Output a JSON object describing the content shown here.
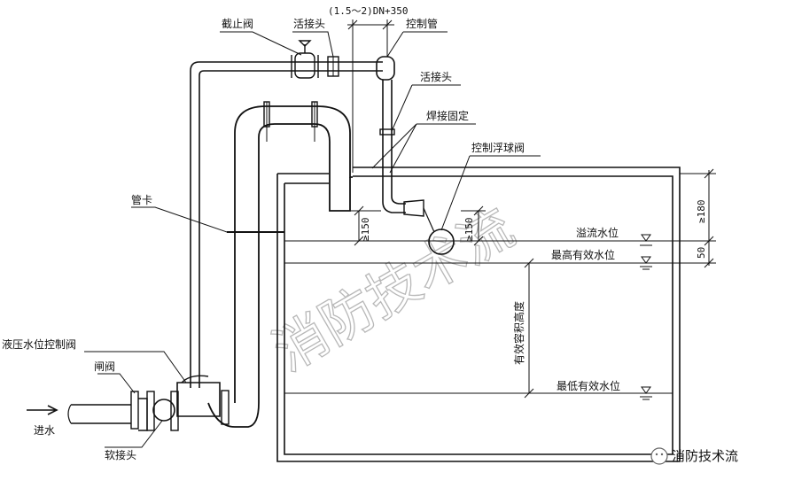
{
  "labels": {
    "stop_valve": "截止阀",
    "union_top": "活接头",
    "dim_top": "(1.5～2)DN+350",
    "control_pipe": "控制管",
    "union_right": "活接头",
    "weld_fixed": "焊接固定",
    "float_valve": "控制浮球阀",
    "pipe_clamp": "管卡",
    "dim_150_left": "≥150",
    "dim_150_right": "≥150",
    "dim_180": "≥180",
    "dim_50": "50",
    "overflow_level": "溢流水位",
    "max_level": "最高有效水位",
    "effective_height": "有效容积高度",
    "min_level": "最低有效水位",
    "hydraulic_valve": "液压水位控制阀",
    "gate_valve": "闸阀",
    "inlet": "进水",
    "flex_joint": "软接头"
  },
  "watermark": "消防技术流",
  "brand": "消防技术流",
  "colors": {
    "line": "#111111",
    "watermark": "#b8b8b8"
  }
}
